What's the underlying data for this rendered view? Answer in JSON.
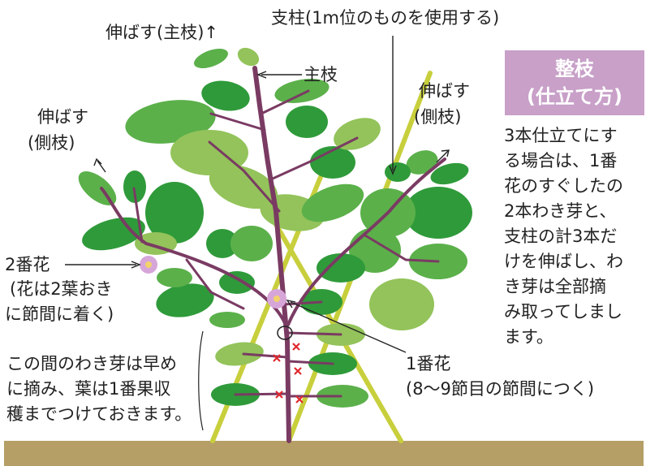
{
  "title": {
    "line1": "整枝",
    "line2": "(仕立て方)"
  },
  "description": [
    "3本仕立てにす",
    "る場合は、1番",
    "花のすぐしたの",
    "2本わき芽と、",
    "支柱の計3本だ",
    "けを伸ばし、わ",
    "き芽は全部摘",
    "み取ってしまし",
    "ます。"
  ],
  "labels": {
    "main_stretch": "伸ばす(主枝)↑",
    "pole": "支柱(1m位のものを使用する)",
    "main_branch": "主枝",
    "left_stretch_1": "伸ばす",
    "left_stretch_2": "(側枝)",
    "right_stretch_1": "伸ばす",
    "right_stretch_2": "(側枝)",
    "second_flower_1": "2番花",
    "second_flower_2": "(花は2葉おき",
    "second_flower_3": "に節間に着く)",
    "buds_1": "この間のわき芽は早め",
    "buds_2": "に摘み、葉は1番果収",
    "buds_3": "穫までつけておきます。",
    "first_flower_1": "1番花",
    "first_flower_2": "(8〜9節目の節間につく)"
  },
  "colors": {
    "title_bg": "#c8a0c8",
    "ground": "#b59f66",
    "stem": "#7a3b63",
    "pole": "#c8cf3c",
    "leaf_dark": "#2f9a3a",
    "leaf_mid": "#5bb04a",
    "leaf_light": "#93c35a",
    "flower": "#d7a6d9",
    "pinch_mark": "#e0282d"
  }
}
